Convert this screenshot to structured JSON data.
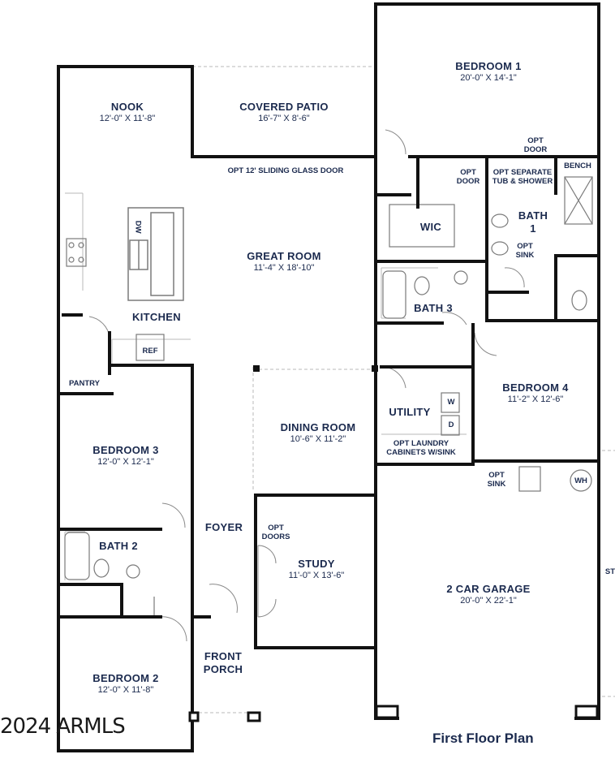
{
  "plan_title": "First Floor Plan",
  "copyright": "2024 ARMLS",
  "rooms": {
    "bedroom1": {
      "name": "BEDROOM 1",
      "dims": "20'-0\" X 14'-1\""
    },
    "nook": {
      "name": "NOOK",
      "dims": "12'-0\" X 11'-8\""
    },
    "covered_patio": {
      "name": "COVERED PATIO",
      "dims": "16'-7\" X 8'-6\""
    },
    "great_room": {
      "name": "GREAT ROOM",
      "dims": "11'-4\" X 18'-10\""
    },
    "wic": {
      "name": "WIC"
    },
    "bath1": {
      "name": "BATH",
      "name2": "1"
    },
    "kitchen": {
      "name": "KITCHEN"
    },
    "bath3": {
      "name": "BATH 3"
    },
    "bedroom4": {
      "name": "BEDROOM 4",
      "dims": "11'-2\" X 12'-6\""
    },
    "utility": {
      "name": "UTILITY"
    },
    "dining_room": {
      "name": "DINING ROOM",
      "dims": "10'-6\" X 11'-2\""
    },
    "bedroom3": {
      "name": "BEDROOM 3",
      "dims": "12'-0\" X 12'-1\""
    },
    "bath2": {
      "name": "BATH 2"
    },
    "foyer": {
      "name": "FOYER"
    },
    "study": {
      "name": "STUDY",
      "dims": "11'-0\" X 13'-6\""
    },
    "garage": {
      "name": "2 CAR GARAGE",
      "dims": "20'-0\" X 22'-1\""
    },
    "front_porch": {
      "name": "FRONT",
      "name2": "PORCH"
    },
    "bedroom2": {
      "name": "BEDROOM 2",
      "dims": "12'-0\" X 11'-8\""
    }
  },
  "notes": {
    "opt_door_bed1": {
      "l1": "OPT",
      "l2": "DOOR"
    },
    "bench": "BENCH",
    "sliding_door": "OPT 12' SLIDING GLASS DOOR",
    "opt_door_wic": {
      "l1": "OPT",
      "l2": "DOOR"
    },
    "opt_separate": {
      "l1": "OPT SEPARATE",
      "l2": "TUB & SHOWER"
    },
    "opt_sink_bath1": {
      "l1": "OPT",
      "l2": "SINK"
    },
    "dw": "DW",
    "ref": "REF",
    "pantry": "PANTRY",
    "washer": "W",
    "dryer": "D",
    "opt_laundry": {
      "l1": "OPT LAUNDRY",
      "l2": "CABINETS W/SINK"
    },
    "opt_sink_garage": {
      "l1": "OPT",
      "l2": "SINK"
    },
    "wh": "WH",
    "opt_doors_study": {
      "l1": "OPT",
      "l2": "DOORS"
    },
    "st_cut": "ST"
  }
}
